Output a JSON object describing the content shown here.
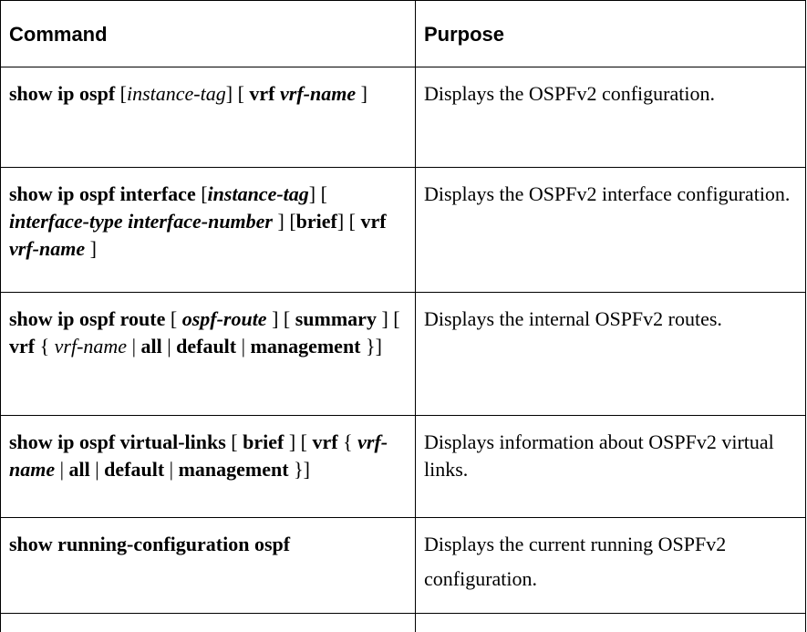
{
  "table": {
    "headers": {
      "command": "Command",
      "purpose": "Purpose"
    },
    "rows": [
      {
        "command": {
          "kw1": "show ip ospf",
          "p1": " [",
          "arg1": "instance-tag",
          "p2": "] [ ",
          "kw2": "vrf",
          "p3": " ",
          "arg2": "vrf-name",
          "p4": " ]"
        },
        "purpose": "Displays the OSPFv2 configuration."
      },
      {
        "command": {
          "kw1": "show ip ospf interface",
          "p1": " [",
          "arg1": "instance-tag",
          "p2": "] [ ",
          "arg2": "interface-type interface-number",
          "p3": " ] [",
          "kw2": "brief",
          "p4": "] [ ",
          "kw3": "vrf",
          "p5": " ",
          "arg3": "vrf-name",
          "p6": " ]"
        },
        "purpose": "Displays the OSPFv2 interface configuration."
      },
      {
        "command": {
          "kw1": "show ip ospf route",
          "p1": " [ ",
          "arg1": "ospf-route",
          "p2": " ] [ ",
          "kw2": "summary",
          "p3": " ] [ ",
          "kw3": "vrf",
          "p4": " { ",
          "arg2": "vrf-name",
          "p5": " | ",
          "kw4": "all",
          "p6": " | ",
          "kw5": "default",
          "p7": " | ",
          "kw6": "management",
          "p8": " }]"
        },
        "purpose": "Displays the internal OSPFv2 routes."
      },
      {
        "command": {
          "kw1": "show ip ospf virtual-links",
          "p1": " [ ",
          "kw2": "brief",
          "p2": " ] [ ",
          "kw3": "vrf",
          "p3": " { ",
          "arg1": "vrf-name",
          "p4": " | ",
          "kw4": "all",
          "p5": " | ",
          "kw5": "default",
          "p6": " | ",
          "kw6": "management",
          "p7": " }]"
        },
        "purpose": "Displays information about OSPFv2 virtual links."
      },
      {
        "command": {
          "kw1": "show running-configuration ospf"
        },
        "purpose": "Displays the current running OSPFv2 configuration."
      }
    ]
  }
}
